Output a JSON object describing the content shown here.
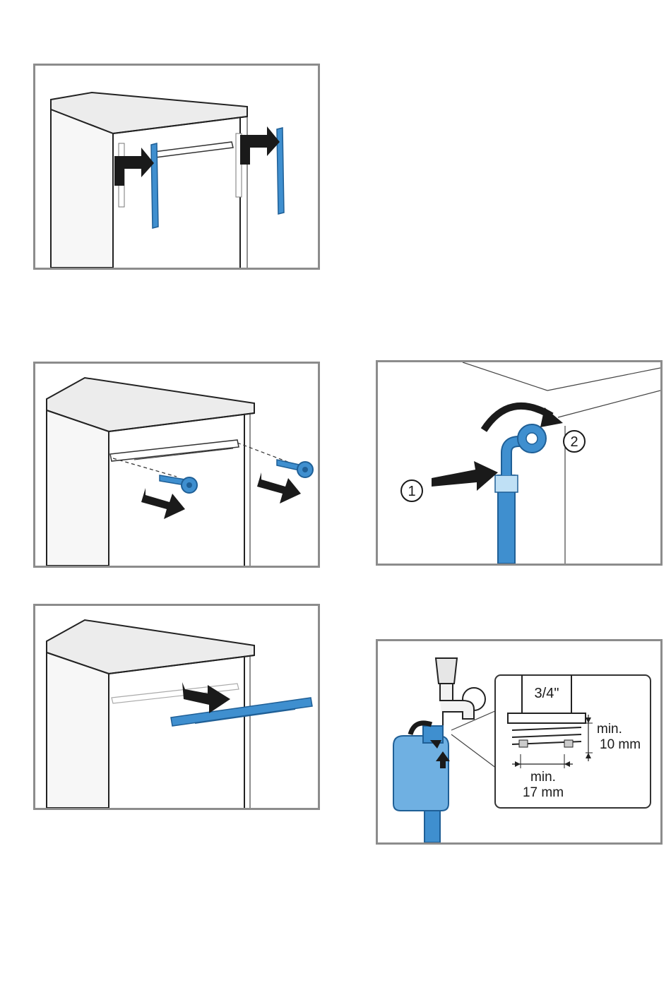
{
  "figures": {
    "hose_connection": {
      "callouts": [
        "1",
        "2"
      ]
    },
    "thread_detail": {
      "thread_size": "3/4\"",
      "height_label_1": "min.",
      "height_label_2": "10 mm",
      "width_label_1": "min.",
      "width_label_2": "17 mm"
    }
  },
  "colors": {
    "part_blue": "#3f8fcf",
    "part_blue_dark": "#1f5f96",
    "arrow": "#1a1a1a",
    "frame": "#8c8c8c"
  }
}
